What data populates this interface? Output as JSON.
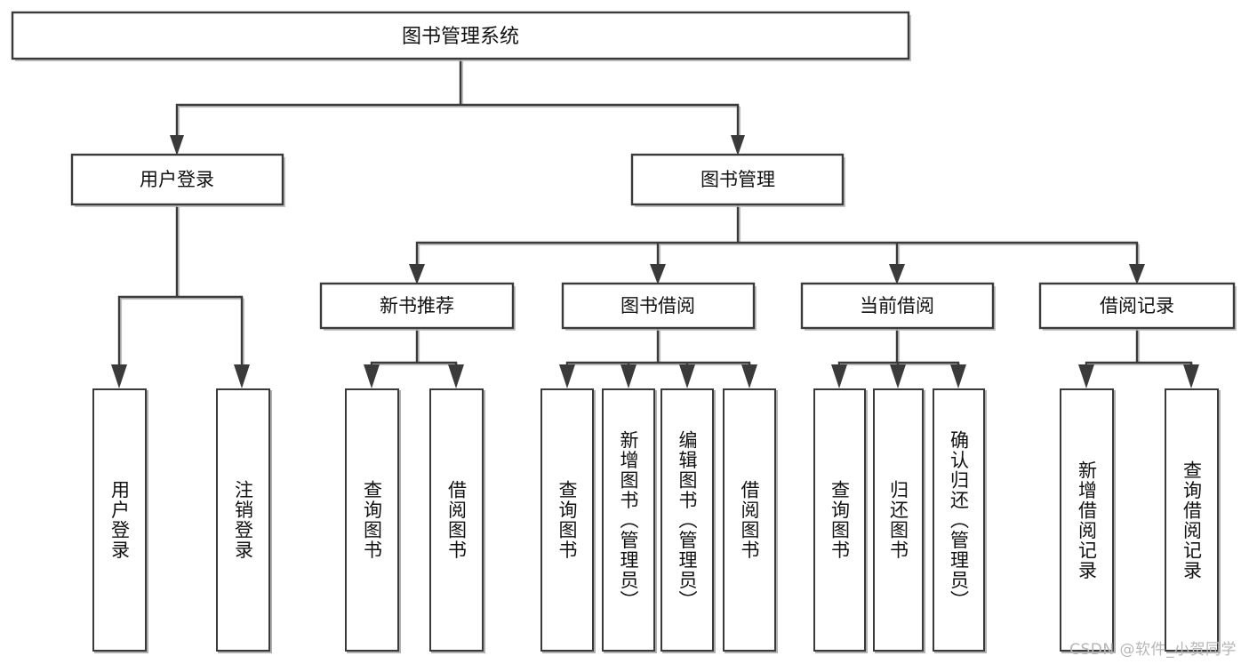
{
  "diagram": {
    "type": "hierarchy-tree",
    "title_node": {
      "label": "图书管理系统"
    },
    "level2": [
      {
        "label": "用户登录"
      },
      {
        "label": "图书管理"
      }
    ],
    "level3": [
      {
        "label": "新书推荐"
      },
      {
        "label": "图书借阅"
      },
      {
        "label": "当前借阅"
      },
      {
        "label": "借阅记录"
      }
    ],
    "leaves": [
      {
        "label": "用户登录",
        "parent": "用户登录"
      },
      {
        "label": "注销登录",
        "parent": "用户登录"
      },
      {
        "label": "查询图书",
        "parent": "新书推荐"
      },
      {
        "label": "借阅图书",
        "parent": "新书推荐"
      },
      {
        "label": "查询图书",
        "parent": "图书借阅"
      },
      {
        "label": "新增图书（管理员）",
        "parent": "图书借阅"
      },
      {
        "label": "编辑图书（管理员）",
        "parent": "图书借阅"
      },
      {
        "label": "借阅图书",
        "parent": "图书借阅"
      },
      {
        "label": "查询图书",
        "parent": "当前借阅"
      },
      {
        "label": "归还图书",
        "parent": "当前借阅"
      },
      {
        "label": "确认归还（管理员）",
        "parent": "当前借阅"
      },
      {
        "label": "新增借阅记录",
        "parent": "借阅记录"
      },
      {
        "label": "查询借阅记录",
        "parent": "借阅记录"
      }
    ]
  },
  "watermark": {
    "text": "CSDN @软件_小贺同学"
  },
  "colors": {
    "stroke": "#3a3a3a",
    "background": "#ffffff",
    "text": "#111111",
    "shadow": "#b8b8b8",
    "watermark": "#b6b6b6"
  }
}
